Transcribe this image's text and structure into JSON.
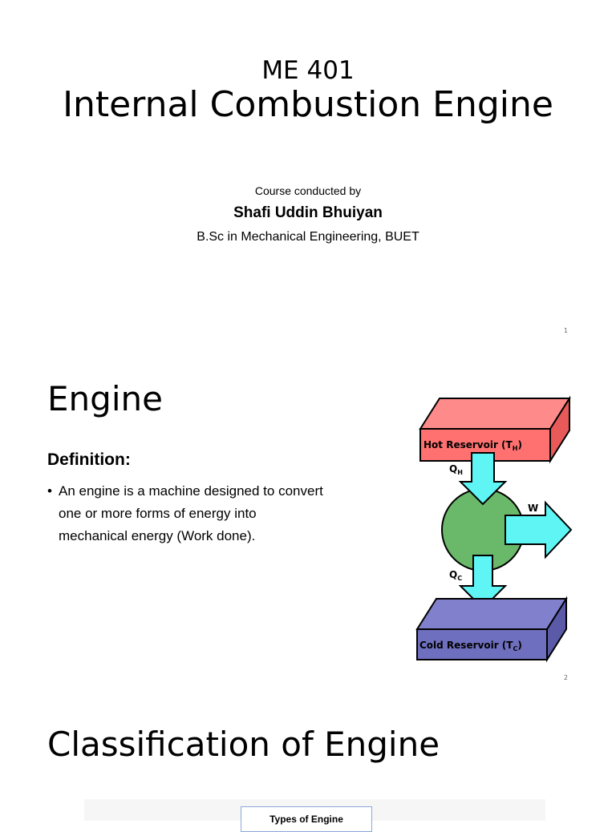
{
  "slide1": {
    "course_code": "ME 401",
    "title": "Internal Combustion Engine",
    "conducted_by": "Course conducted by",
    "instructor": "Shafi Uddin Bhuiyan",
    "degree": "B.Sc in Mechanical Engineering, BUET",
    "page_number": "1"
  },
  "slide2": {
    "title": "Engine",
    "definition_heading": "Definition:",
    "bullet": "An engine is a machine designed to convert one or more forms of energy into mechanical energy (Work done).",
    "diagram": {
      "hot_reservoir": "Hot Reservoir (T",
      "hot_sub": "H",
      "cold_reservoir": "Cold Reservoir (T",
      "cold_sub": "C",
      "q_h": "Q",
      "q_h_sub": "H",
      "q_c": "Q",
      "q_c_sub": "C",
      "work": "W",
      "colors": {
        "hot": "#ff7070",
        "cold": "#6f6fbf",
        "engine": "#6ab96a",
        "arrow": "#5ff5f5"
      }
    },
    "page_number": "2"
  },
  "slide3": {
    "title": "Classification of Engine",
    "box_label": "Types of Engine"
  }
}
